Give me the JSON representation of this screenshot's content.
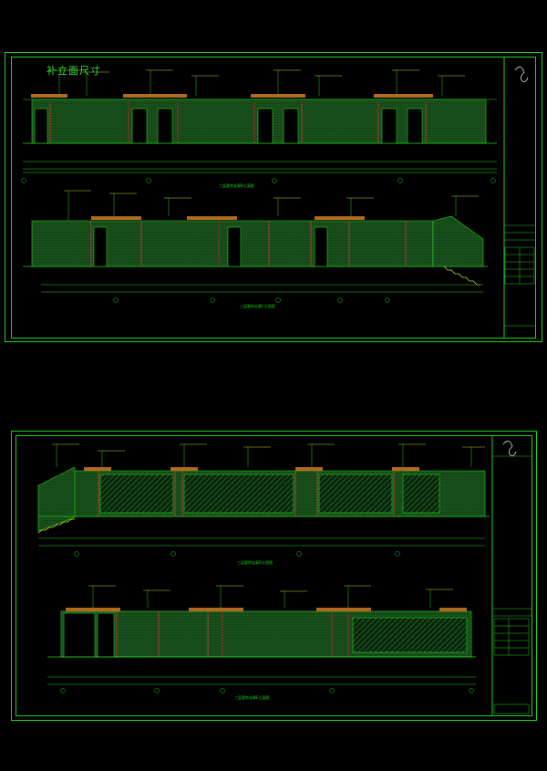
{
  "sheet_top": {
    "heading": "补立面尺寸",
    "elevation_1_caption": "三层客房走廊B立面图",
    "elevation_2_caption": "三层客房走廊C立面图"
  },
  "sheet_bottom": {
    "elevation_3_caption": "三层客房走廊D立面图",
    "elevation_4_caption": "三层客房走廊E立面图"
  },
  "colors": {
    "background": "#000000",
    "frame": "#1ed21e",
    "wall_hatch": "#2a7a2a",
    "accent_red": "#c83232",
    "accent_yellow": "#d2d232",
    "accent_cyan": "#32c8c8"
  }
}
